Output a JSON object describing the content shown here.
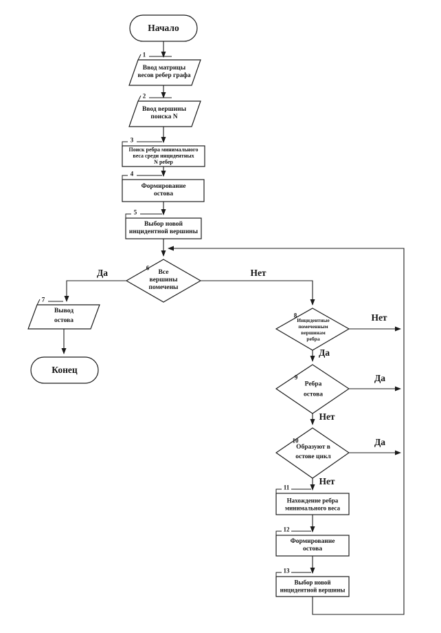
{
  "diagram": {
    "kind": "flowchart",
    "language": "ru",
    "colors": {
      "line": "#1a1a1a",
      "background": "#ffffff",
      "text": "#141414"
    },
    "nodes": [
      {
        "id": "start",
        "type": "terminator",
        "text": "Начало"
      },
      {
        "num": "1",
        "type": "io",
        "text": "Ввод матрицы\nвесов ребер графа"
      },
      {
        "num": "2",
        "type": "io",
        "text": "Ввод вершины\nпоиска N"
      },
      {
        "num": "3",
        "type": "process",
        "text": "Поиск ребра минимального\nвеса среди инцидентных\nN ребер"
      },
      {
        "num": "4",
        "type": "process",
        "text": "Формирование\nостова"
      },
      {
        "num": "5",
        "type": "process",
        "text": "Выбор новой\nинцидентной вершины"
      },
      {
        "num": "6",
        "type": "decision",
        "text": "Все\nвершины\nпомечены"
      },
      {
        "num": "7",
        "type": "io",
        "text": "Вывод\nостова"
      },
      {
        "id": "end",
        "type": "terminator",
        "text": "Конец"
      },
      {
        "num": "8",
        "type": "decision",
        "text": "Инцидентные\nпомеченным\nвершинам\nребра"
      },
      {
        "num": "9",
        "type": "decision",
        "text": "Ребра\nостова"
      },
      {
        "num": "10",
        "type": "decision",
        "text": "Образуют в\nостове цикл"
      },
      {
        "num": "11",
        "type": "process",
        "text": "Нахождение ребра\nминимального веса"
      },
      {
        "num": "12",
        "type": "process",
        "text": "Формирование\nостова"
      },
      {
        "num": "13",
        "type": "process",
        "text": "Выбор новой\nинцидентной вершины"
      }
    ],
    "edges": [
      {
        "from": "6",
        "to": "7",
        "label": "Да"
      },
      {
        "from": "6",
        "to": "8",
        "label": "Нет"
      },
      {
        "from": "8",
        "to": "loop",
        "label": "Нет"
      },
      {
        "from": "8",
        "to": "9",
        "label": "Да"
      },
      {
        "from": "9",
        "to": "loop",
        "label": "Да"
      },
      {
        "from": "9",
        "to": "10",
        "label": "Нет"
      },
      {
        "from": "10",
        "to": "loop",
        "label": "Да"
      },
      {
        "from": "10",
        "to": "11",
        "label": "Нет"
      }
    ]
  }
}
